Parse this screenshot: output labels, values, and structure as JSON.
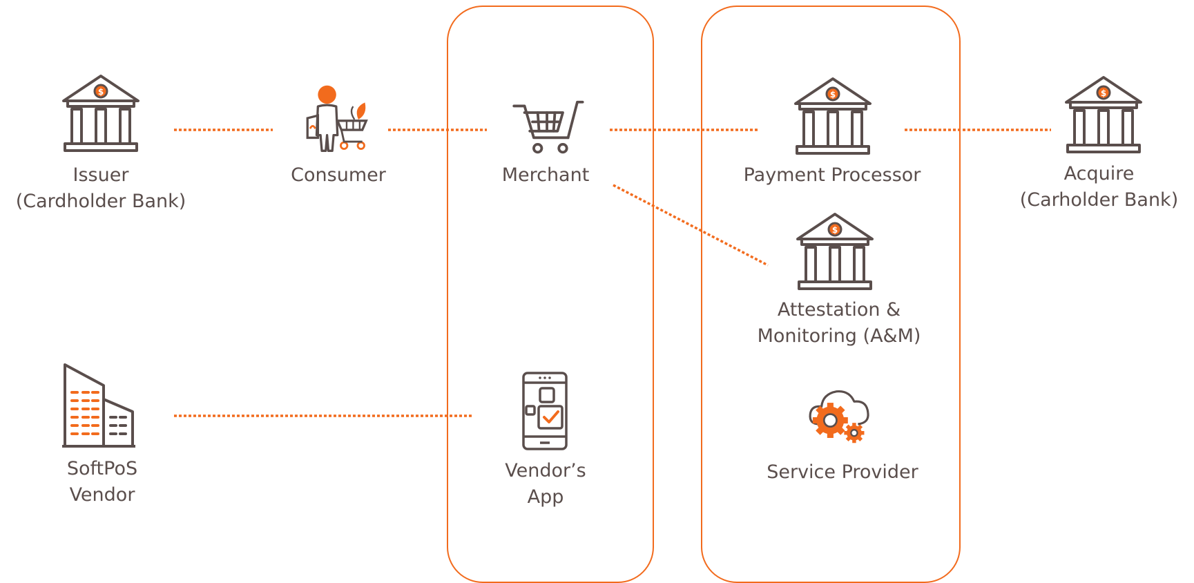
{
  "colors": {
    "accent": "#f26b1d",
    "ink": "#5a4e4c"
  },
  "entities": {
    "issuer": {
      "icon": "bank-icon",
      "line1": "Issuer",
      "line2": "(Cardholder Bank)"
    },
    "consumer": {
      "icon": "shopper-icon",
      "line1": "Consumer"
    },
    "merchant": {
      "icon": "shopping-cart-icon",
      "line1": "Merchant"
    },
    "payment_processor": {
      "icon": "bank-icon",
      "line1": "Payment Processor"
    },
    "acquirer": {
      "icon": "bank-icon",
      "line1": "Acquire",
      "line2": "(Carholder Bank)"
    },
    "attestation": {
      "icon": "bank-icon",
      "line1": "Attestation &",
      "line2": "Monitoring (A&M)"
    },
    "softpos_vendor": {
      "icon": "office-building-icon",
      "line1": "SoftPoS",
      "line2": "Vendor"
    },
    "vendor_app": {
      "icon": "mobile-app-icon",
      "line1": "Vendor’s",
      "line2": "App"
    },
    "service_provider": {
      "icon": "cloud-gears-icon",
      "line1": "Service Provider"
    }
  }
}
